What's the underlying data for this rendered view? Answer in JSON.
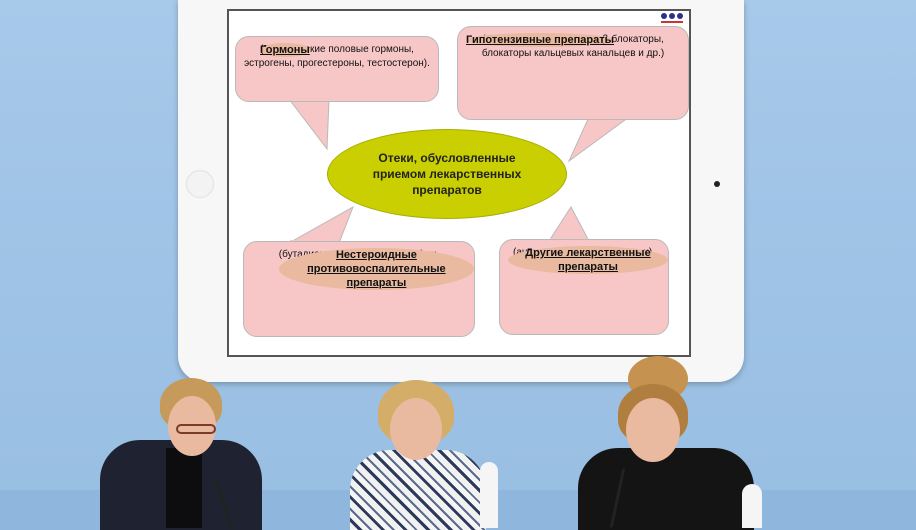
{
  "slide": {
    "center": "Отеки, обусловленные\nприемом лекарственных\nпрепаратов",
    "callouts": [
      {
        "head": "Гормоны",
        "body": " (ГКС, женские половые гормоны, эстрогены, прогестероны, тестостерон)."
      },
      {
        "head": "Гипотензивные препараты",
        "body": "(алкалоиды раувольфии, β-блокаторы, блокаторы кальцевых канальцев и др.)"
      },
      {
        "head": "Нестероидные противовоспалительные препараты",
        "body": " (бутадион, напроксен, ибупрофен, индометацин)."
      },
      {
        "head": "Другие лекарственные препараты",
        "body": "(антидепрессанты, мидантан)."
      }
    ]
  },
  "colors": {
    "background": "#9fc3e6",
    "callout_fill": "#f7c7c7",
    "center_fill": "#c9cf00",
    "accent_dots": "#2b2f8e"
  }
}
